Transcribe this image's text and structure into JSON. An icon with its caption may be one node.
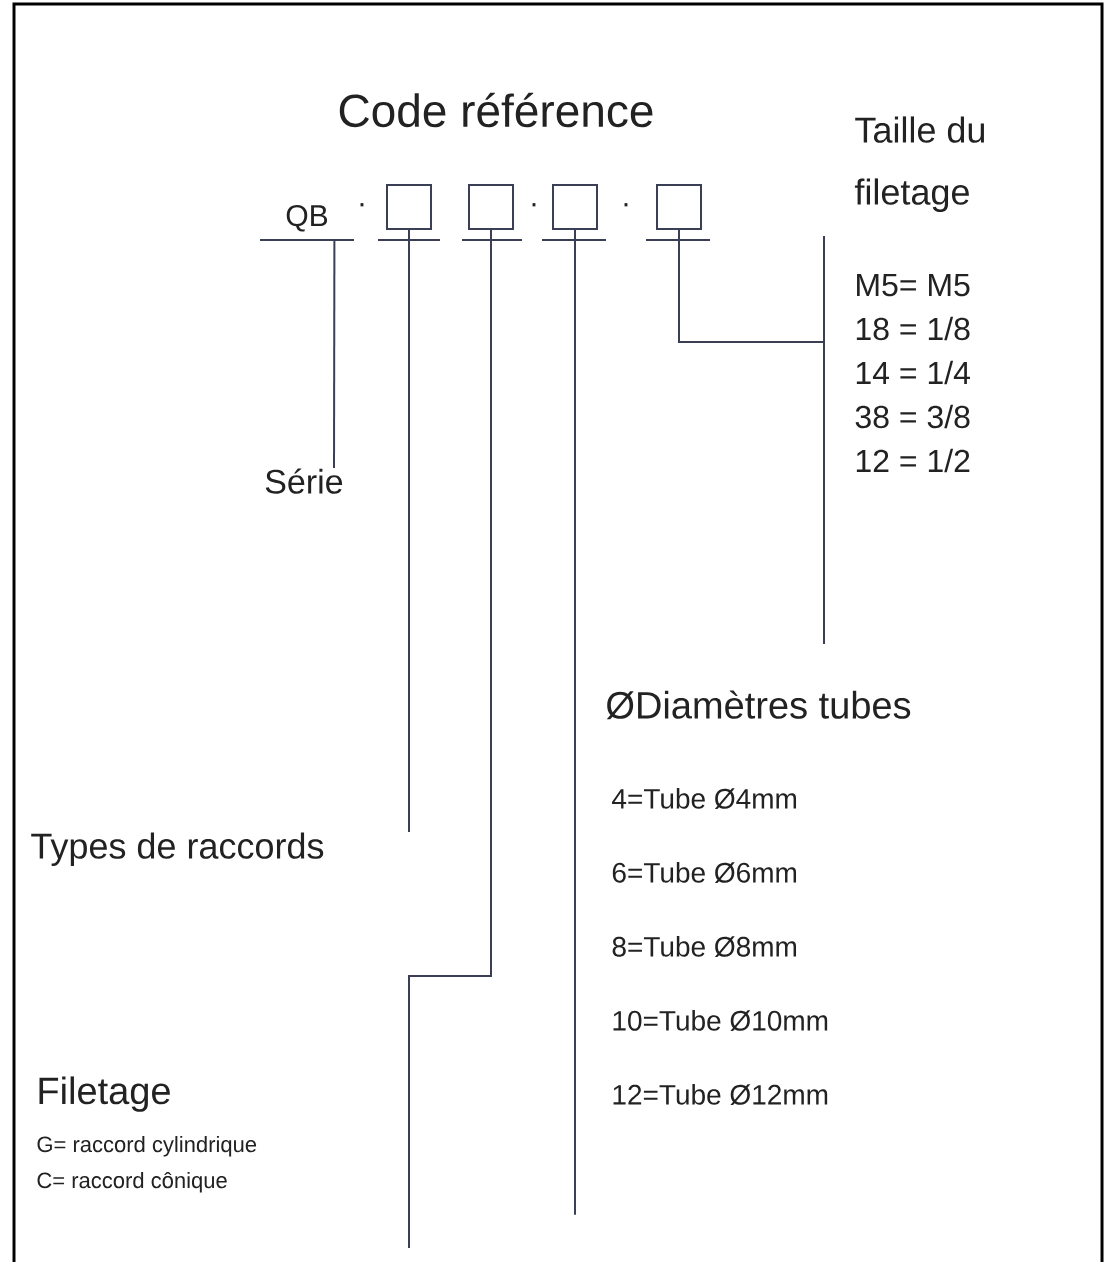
{
  "diagram": {
    "title": "Code référence",
    "nodes": [
      {
        "text": [
          "QB"
        ]
      },
      {
        "text": [],
        "shape": "box"
      },
      {
        "text": [],
        "shape": "box"
      },
      {
        "text": [],
        "shape": "box"
      },
      {
        "text": [],
        "shape": "box"
      },
      {
        "text": [
          "Série"
        ]
      },
      {
        "text": [
          "Types de raccords"
        ]
      },
      {
        "text": [
          "Filetage",
          "G= raccord cylindrique",
          "C= raccord cônique"
        ]
      },
      {
        "text": [
          "ØDiamètres tubes",
          "4=Tube Ø4mm",
          "6=Tube Ø6mm",
          "8=Tube Ø8mm",
          "10=Tube Ø10mm",
          "12=Tube Ø12mm"
        ]
      },
      {
        "text": [
          "Taille du filetage",
          "M5= M5",
          "18 = 1/8",
          "14 = 1/4",
          "38 = 3/8",
          "12 = 1/2"
        ]
      }
    ],
    "edges": [
      {
        "from": 0,
        "to": 5,
        "arrow": "none"
      },
      {
        "from": 1,
        "to": 6,
        "arrow": "none"
      },
      {
        "from": 2,
        "to": null,
        "arrow": "none"
      },
      {
        "from": 3,
        "to": 8,
        "arrow": "none"
      },
      {
        "from": 4,
        "to": 9,
        "arrow": "none"
      }
    ],
    "labels": [
      "·",
      "·",
      "·"
    ]
  }
}
